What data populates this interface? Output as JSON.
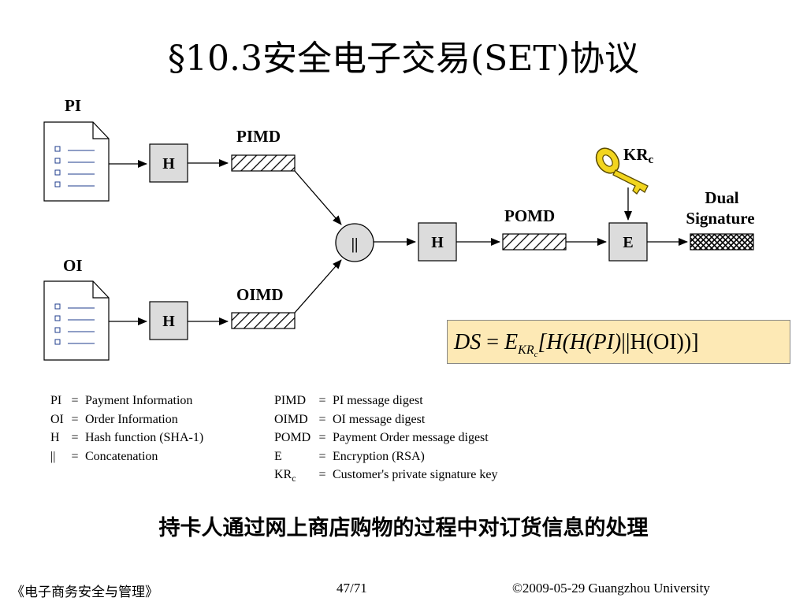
{
  "title": "§10.3安全电子交易(SET)协议",
  "diagram": {
    "pi_label": "PI",
    "oi_label": "OI",
    "pimd_label": "PIMD",
    "oimd_label": "OIMD",
    "pomd_label": "POMD",
    "hash_box": "H",
    "concat_symbol": "||",
    "encrypt_box": "E",
    "key_label_main": "KR",
    "key_label_sub": "c",
    "dual_signature_line1": "Dual",
    "dual_signature_line2": "Signature"
  },
  "formula": {
    "ds": "DS",
    "eq": "=",
    "e": "E",
    "kr": "KR",
    "c": "c",
    "open_h1": "[H(H(",
    "pi": "PI",
    "close_pi": ")",
    "bar": "||",
    "h_oi": "H(OI))]"
  },
  "legend_left": [
    {
      "key": "PI",
      "desc": "Payment Information"
    },
    {
      "key": "OI",
      "desc": "Order Information"
    },
    {
      "key": "H",
      "desc": "Hash function (SHA-1)"
    },
    {
      "key": "||",
      "desc": "Concatenation"
    }
  ],
  "legend_right": [
    {
      "key": "PIMD",
      "desc": "PI message digest"
    },
    {
      "key": "OIMD",
      "desc": "OI message digest"
    },
    {
      "key": "POMD",
      "desc": "Payment Order message digest"
    },
    {
      "key": "E",
      "desc": "Encryption (RSA)"
    },
    {
      "key": "KR",
      "key_sub": "c",
      "desc": "Customer's private signature key"
    }
  ],
  "legend_eq": "=",
  "caption": "持卡人通过网上商店购物的过程中对订货信息的处理",
  "footer": {
    "course": "《电子商务安全与管理》",
    "page": "47/71",
    "copyright": "©2009-05-29  Guangzhou University"
  }
}
